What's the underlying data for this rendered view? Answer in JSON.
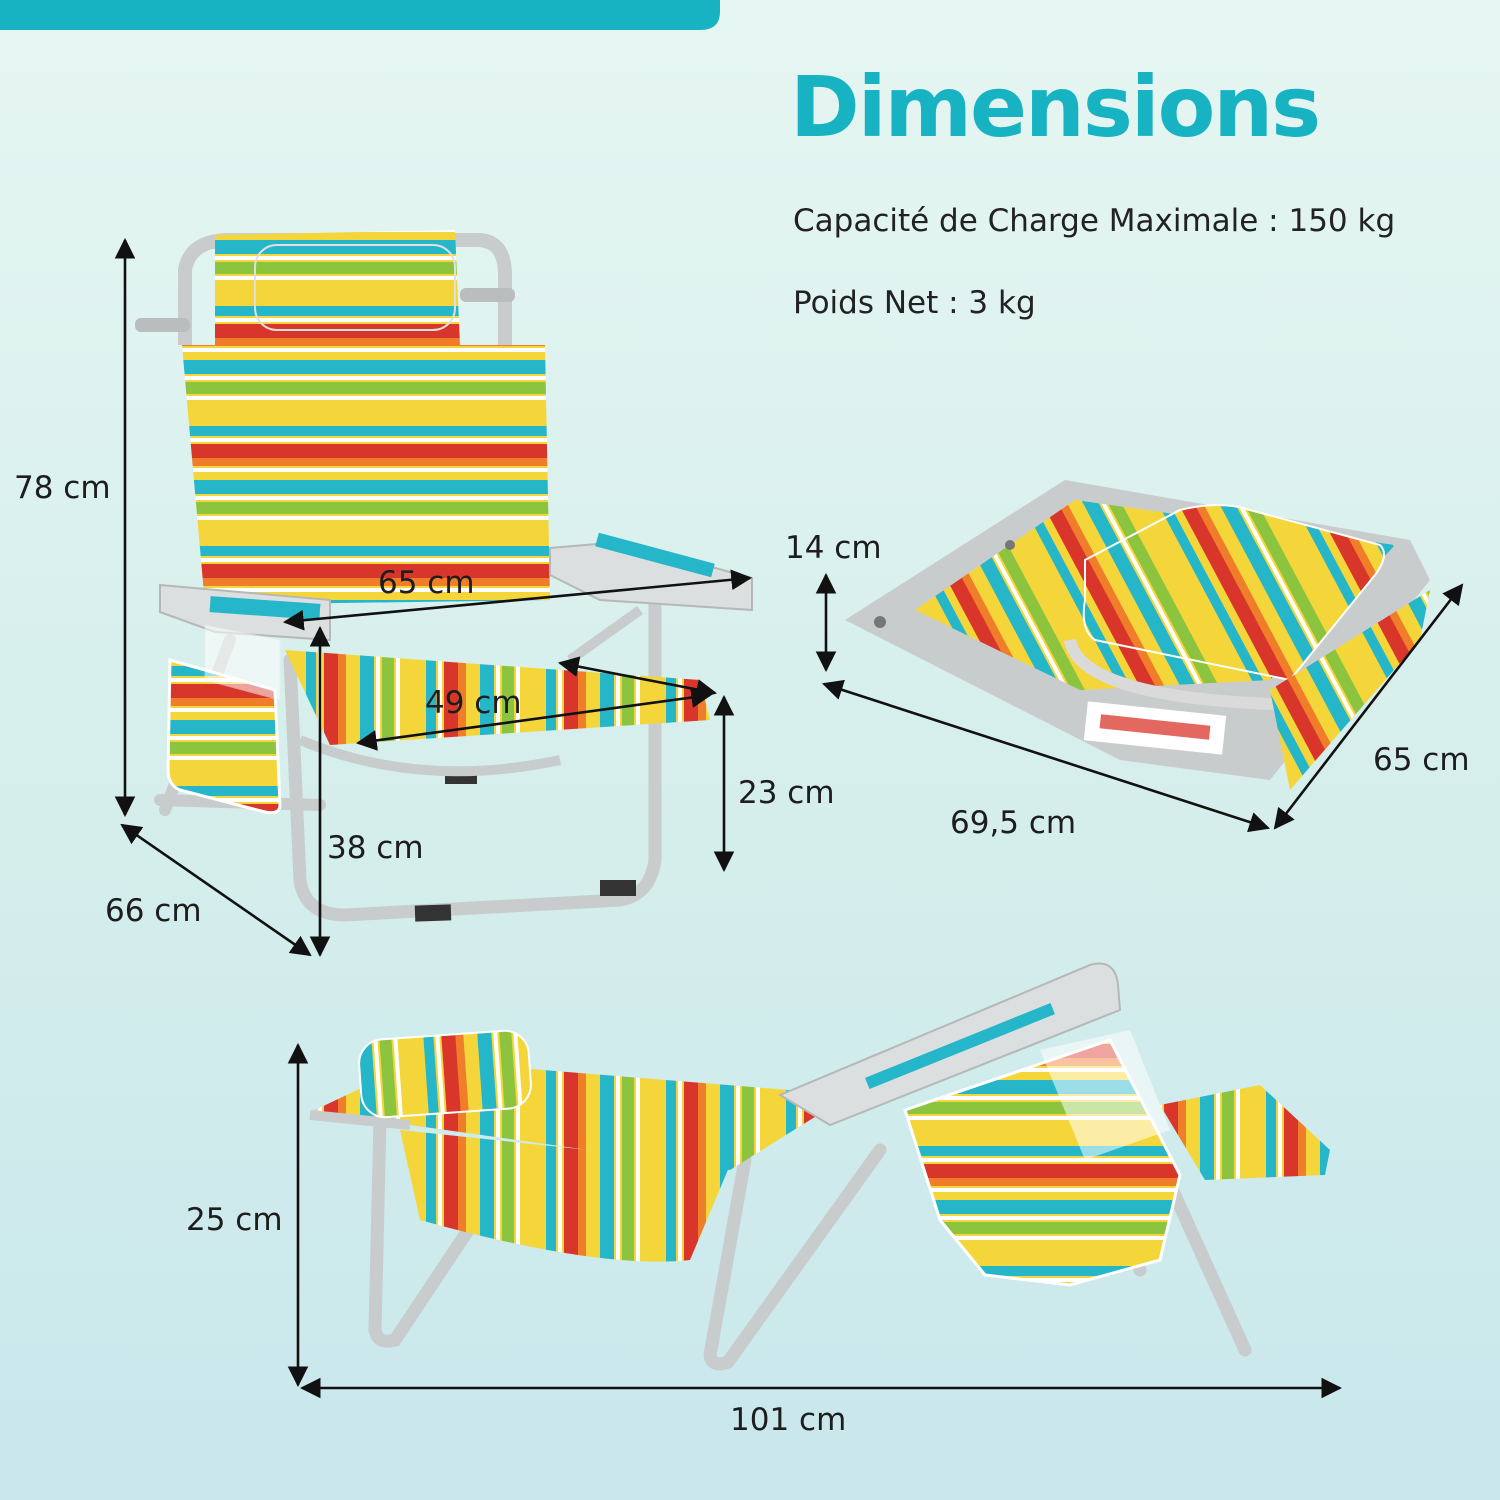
{
  "header": {
    "title": "Dimensions",
    "max_load": "Capacité de Charge Maximale : 150 kg",
    "net_weight": "Poids Net : 3 kg"
  },
  "upright_chair": {
    "height": "78 cm",
    "width": "65 cm",
    "seat_depth": "49 cm",
    "seat_height": "23 cm",
    "front_height": "38 cm",
    "depth": "66 cm"
  },
  "folded_chair": {
    "thickness": "14 cm",
    "length": "69,5 cm",
    "width": "65 cm"
  },
  "reclined_chair": {
    "height": "25 cm",
    "length": "101 cm"
  },
  "colors": {
    "accent": "#17b3c3",
    "frame": "#c8cccc",
    "stripe_yellow": "#f5d63a",
    "stripe_teal": "#25b7c9",
    "stripe_red": "#d9362b",
    "stripe_green": "#8cc43f",
    "stripe_orange": "#ef7d2a"
  }
}
